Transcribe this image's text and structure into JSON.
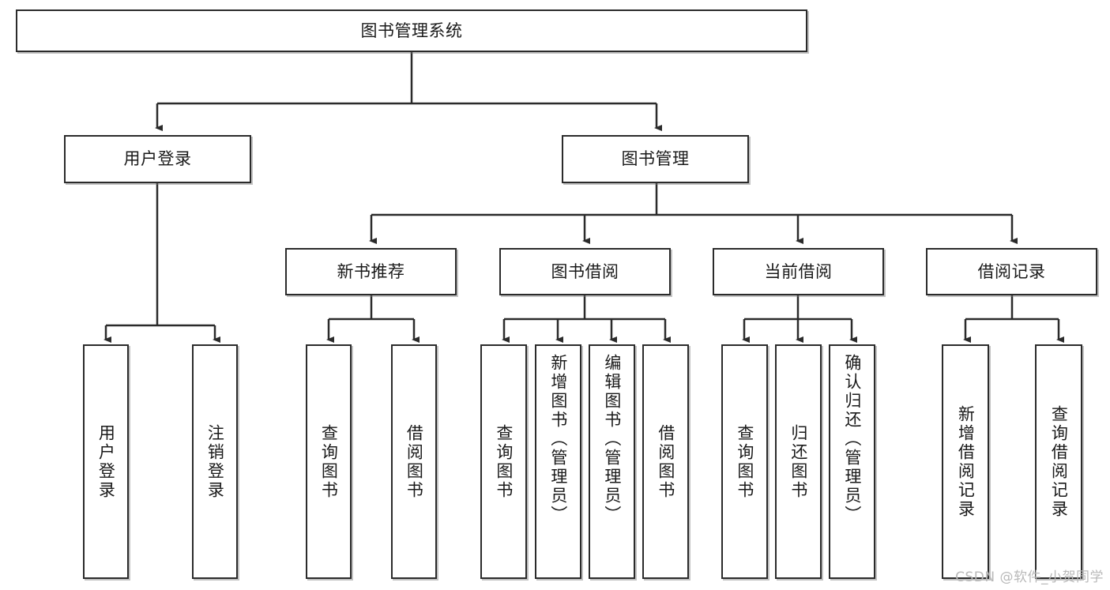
{
  "diagram": {
    "type": "hierarchy-tree",
    "title": "图书管理系统",
    "root": {
      "label": "图书管理系统"
    },
    "level2": [
      {
        "label": "用户登录"
      },
      {
        "label": "图书管理"
      }
    ],
    "level3": [
      {
        "label": "新书推荐"
      },
      {
        "label": "图书借阅"
      },
      {
        "label": "当前借阅"
      },
      {
        "label": "借阅记录"
      }
    ],
    "leaves": {
      "user_login": [
        {
          "label": "用户登录"
        },
        {
          "label": "注销登录"
        }
      ],
      "new_book_recommend": [
        {
          "label": "查询图书"
        },
        {
          "label": "借阅图书"
        }
      ],
      "book_borrow": [
        {
          "label": "查询图书"
        },
        {
          "label": "新增图书（管理员）"
        },
        {
          "label": "编辑图书（管理员）"
        },
        {
          "label": "借阅图书"
        }
      ],
      "current_borrow": [
        {
          "label": "查询图书"
        },
        {
          "label": "归还图书"
        },
        {
          "label": "确认归还（管理员）"
        }
      ],
      "borrow_record": [
        {
          "label": "新增借阅记录"
        },
        {
          "label": "查询借阅记录"
        }
      ]
    },
    "colors": {
      "box_border": "#2b2b2b",
      "box_fill": "#ffffff",
      "connector": "#2b2b2b",
      "text": "#1a1a1a",
      "watermark": "#b9b9b9"
    }
  },
  "watermark": {
    "text": "CSDN @软件_小贺同学"
  }
}
